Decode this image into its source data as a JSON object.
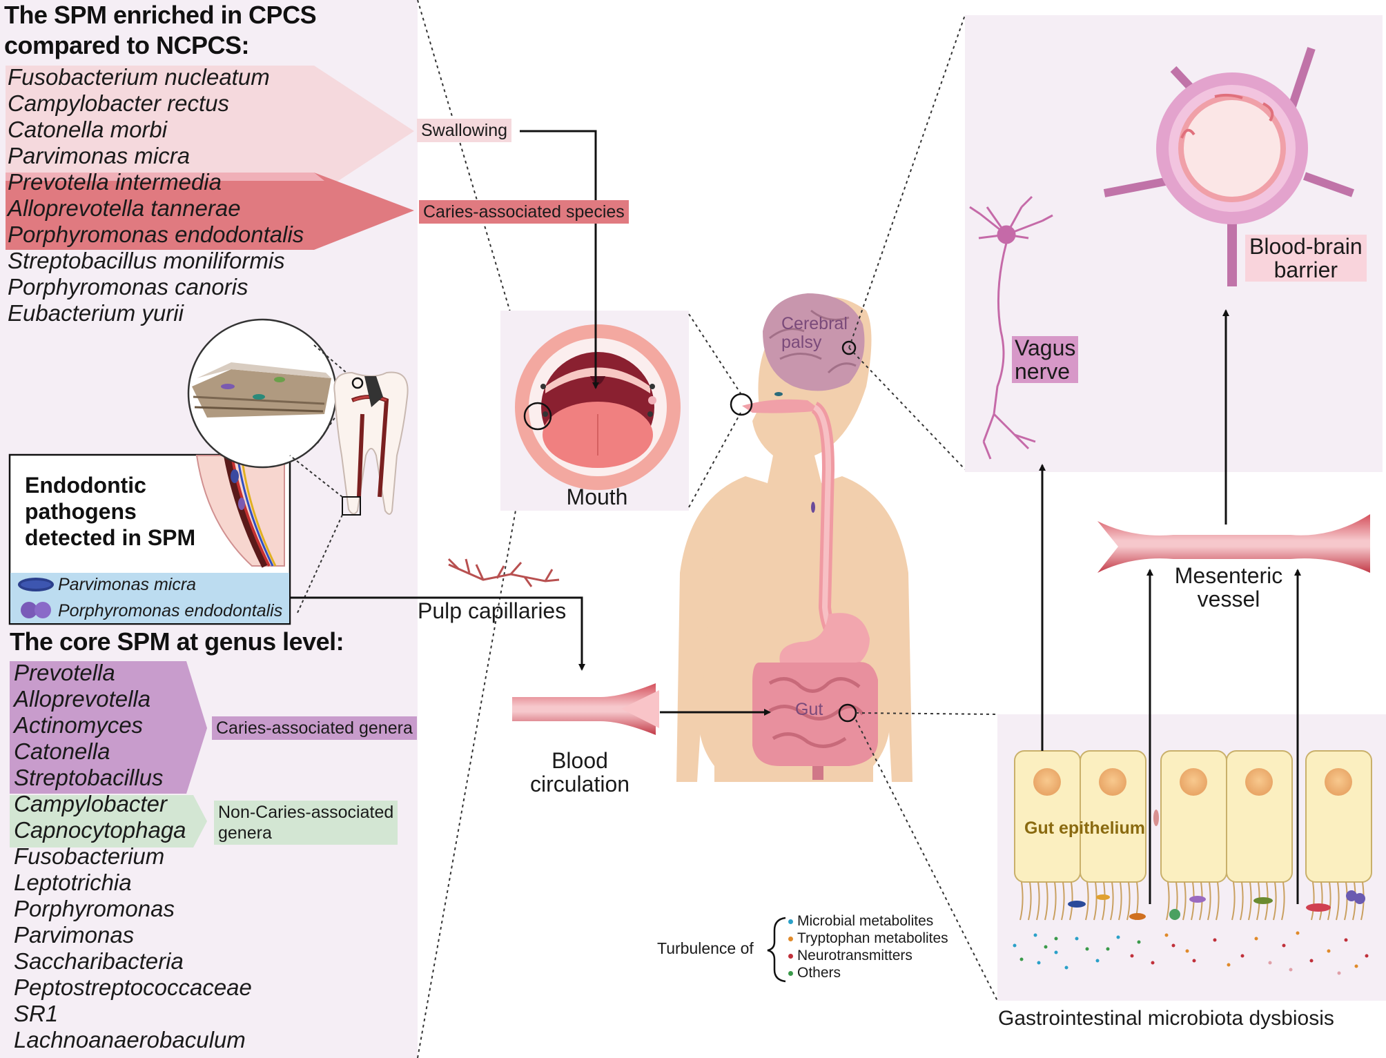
{
  "colors": {
    "panel_bg": "#f5eef5",
    "light_pink": "#f5d9dd",
    "mid_pink": "#f0c4cb",
    "red": "#e07a80",
    "purple": "#c89ccc",
    "green": "#d3e6d3",
    "blue_box": "#bcdcf0",
    "magenta_label": "#d798c8",
    "skin": "#f2cfad",
    "vessel_red": "#c9434f"
  },
  "cpcs": {
    "title_line1": "The SPM enriched in CPCS",
    "title_line2": "compared to NCPCS:",
    "species": [
      "Fusobacterium nucleatum",
      "Campylobacter rectus",
      "Catonella morbi",
      "Parvimonas micra",
      "Prevotella intermedia",
      "Alloprevotella tannerae",
      "Porphyromonas endodontalis",
      "Streptobacillus moniliformis",
      "Porphyromonas canoris",
      "Eubacterium yurii"
    ],
    "swallowing_label": "Swallowing",
    "caries_species_label": "Caries-associated species"
  },
  "endo": {
    "title_line1": "Endodontic",
    "title_line2": "pathogens",
    "title_line3": "detected in SPM",
    "species": [
      "Parvimonas micra",
      "Porphyromonas endodontalis"
    ]
  },
  "core": {
    "title": "The core SPM at genus level:",
    "genera": [
      "Prevotella",
      "Alloprevotella",
      "Actinomyces",
      "Catonella",
      "Streptobacillus",
      "Campylobacter",
      "Capnocytophaga",
      "Fusobacterium",
      "Leptotrichia",
      "Porphyromonas",
      "Parvimonas",
      "Saccharibacteria",
      "Peptostreptococcaceae",
      "SR1",
      "Lachnoanaerobaculum"
    ],
    "caries_genera_label": "Caries-associated genera",
    "non_caries_line1": "Non-Caries-associated",
    "non_caries_line2": "genera"
  },
  "middle": {
    "mouth_label": "Mouth",
    "pulp_label": "Pulp capillaries",
    "blood_line1": "Blood",
    "blood_line2": "circulation",
    "cerebral_line1": "Cerebral",
    "cerebral_line2": "palsy",
    "gut_label": "Gut"
  },
  "brain_panel": {
    "vagus_line1": "Vagus",
    "vagus_line2": "nerve",
    "bbb_line1": "Blood-brain",
    "bbb_line2": "barrier",
    "mesenteric_line1": "Mesenteric",
    "mesenteric_line2": "vessel"
  },
  "gut_panel": {
    "epithelium_label": "Gut epithelium",
    "dysbiosis_label": "Gastrointestinal microbiota dysbiosis",
    "turbulence_label": "Turbulence of",
    "legend": [
      {
        "label": "Microbial metabolites",
        "color": "#2aa0c8"
      },
      {
        "label": "Tryptophan metabolites",
        "color": "#e08a2a"
      },
      {
        "label": "Neurotransmitters",
        "color": "#c0303a"
      },
      {
        "label": "Others",
        "color": "#3a9a4a"
      }
    ]
  }
}
